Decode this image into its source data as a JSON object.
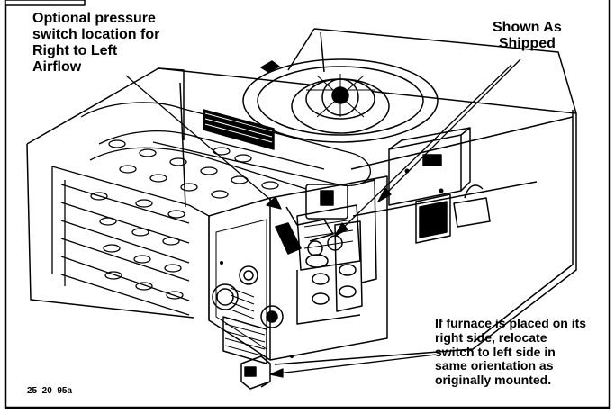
{
  "callouts": {
    "optional_location": "Optional pressure\nswitch  location for\nRight to Left\nAirflow",
    "shown_as_shipped": "Shown As\nShipped",
    "relocate_note": "If furnace is placed on its\nright side, relocate\nswitch to left side in\nsame orientation as\noriginally mounted.",
    "drawing_code": "25–20–95a"
  }
}
